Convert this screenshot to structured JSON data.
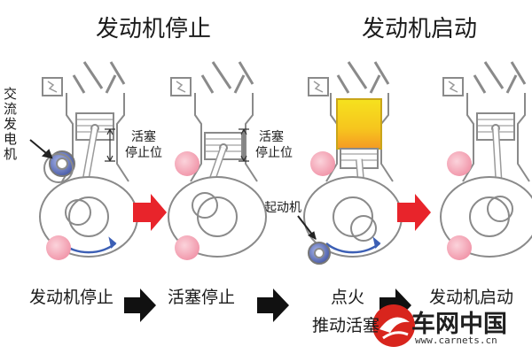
{
  "titles": {
    "engine_stop": "发动机停止",
    "engine_start": "发动机启动"
  },
  "labels": {
    "alternator": "交流发电机",
    "piston_stop_position": [
      "活塞",
      "停止位"
    ],
    "starter": "起动机"
  },
  "steps": {
    "engine_stop": "发动机停止",
    "piston_stop": "活塞停止",
    "ignition": [
      "点火",
      "推动活塞"
    ],
    "engine_start": "发动机启动"
  },
  "watermark": {
    "name": "车网中国",
    "url": "www.carnets.cn"
  },
  "colors": {
    "arrow_red": "#e8242b",
    "pulley_pink": "#f4a9b8",
    "flame_yellow": "#f6d31e",
    "flame_orange": "#f59a23",
    "starter_blue": "#5b6fb5",
    "line_gray": "#8a8a8a"
  }
}
